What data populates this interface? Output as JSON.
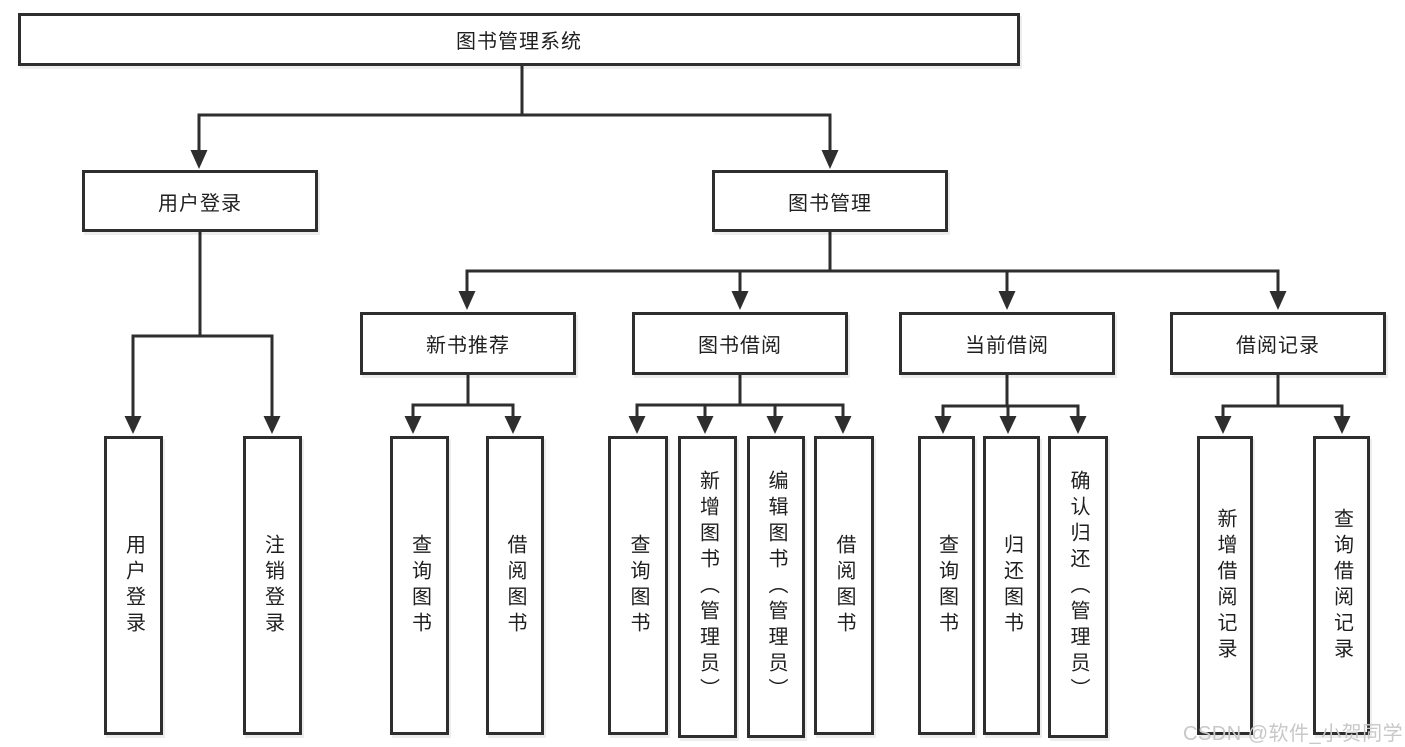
{
  "tree": {
    "root": {
      "label": "图书管理系统"
    },
    "children": [
      {
        "label": "用户登录",
        "children": [
          {
            "label": "用户登录"
          },
          {
            "label": "注销登录"
          }
        ]
      },
      {
        "label": "图书管理",
        "children": [
          {
            "label": "新书推荐",
            "children": [
              {
                "label": "查询图书"
              },
              {
                "label": "借阅图书"
              }
            ]
          },
          {
            "label": "图书借阅",
            "children": [
              {
                "label": "查询图书"
              },
              {
                "label": "新增图书（管理员）"
              },
              {
                "label": "编辑图书（管理员）"
              },
              {
                "label": "借阅图书"
              }
            ]
          },
          {
            "label": "当前借阅",
            "children": [
              {
                "label": "查询图书"
              },
              {
                "label": "归还图书"
              },
              {
                "label": "确认归还（管理员）"
              }
            ]
          },
          {
            "label": "借阅记录",
            "children": [
              {
                "label": "新增借阅记录"
              },
              {
                "label": "查询借阅记录"
              }
            ]
          }
        ]
      }
    ]
  },
  "watermark": {
    "text": "CSDN @软件_小贺同学",
    "color": "#c8c8c8"
  },
  "colors": {
    "line": "#2e2e2e",
    "box_border": "#2e2e2e",
    "box_fill": "#ffffff",
    "text": "#1f1f1f",
    "background": "#ffffff"
  }
}
